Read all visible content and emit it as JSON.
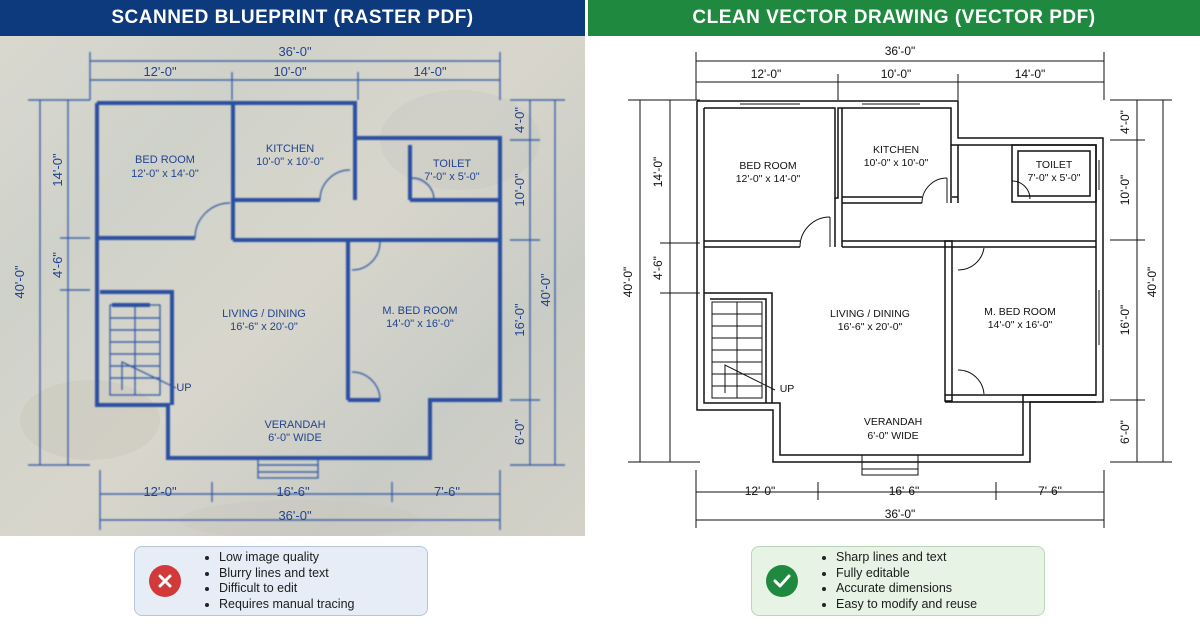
{
  "left": {
    "title": "SCANNED BLUEPRINT (RASTER PDF)",
    "dims": {
      "overall_top": "36'-0\"",
      "seg_top": [
        "12'-0\"",
        "10'-0\"",
        "14'-0\""
      ],
      "seg_bottom": [
        "12'-0\"",
        "16'-6\"",
        "7'-6\""
      ],
      "overall_bottom": "36'-0\"",
      "left_outer": "40'-0\"",
      "left_inner": [
        "14'-0\"",
        "4'-6\""
      ],
      "right_outer": "40'-0\"",
      "right_inner": [
        "4'-0\"",
        "10'-0\"",
        "16'-0\"",
        "6'-0\""
      ]
    },
    "rooms": {
      "bedroom_name": "BED ROOM",
      "bedroom_size": "12'-0\" x 14'-0\"",
      "kitchen_name": "KITCHEN",
      "kitchen_size": "10'-0\" x 10'-0\"",
      "toilet_name": "TOILET",
      "toilet_size": "7'-0\" x 5'-0\"",
      "living_name": "LIVING / DINING",
      "living_size": "16'-6\" x 20'-0\"",
      "mbed_name": "M. BED ROOM",
      "mbed_size": "14'-0\" x 16'-0\"",
      "verandah_name": "VERANDAH",
      "verandah_size": "6'-0\" WIDE",
      "stair_label": "UP"
    },
    "issues": [
      "Low image quality",
      "Blurry lines and text",
      "Difficult to edit",
      "Requires manual tracing"
    ],
    "status_icon": "x-mark-icon"
  },
  "right": {
    "title": "CLEAN VECTOR DRAWING (VECTOR PDF)",
    "dims": {
      "overall_top": "36'-0\"",
      "seg_top": [
        "12'-0\"",
        "10'-0\"",
        "14'-0\""
      ],
      "seg_bottom": [
        "12'-0\"",
        "16'-6\"",
        "7'-6\""
      ],
      "overall_bottom": "36'-0\"",
      "left_outer": "40'-0\"",
      "left_inner": [
        "14'-0\"",
        "4'-6\""
      ],
      "right_outer": "40'-0\"",
      "right_inner": [
        "4'-0\"",
        "10'-0\"",
        "16'-0\"",
        "6'-0\""
      ]
    },
    "rooms": {
      "bedroom_name": "BED ROOM",
      "bedroom_size": "12'-0\" x 14'-0\"",
      "kitchen_name": "KITCHEN",
      "kitchen_size": "10'-0\" x 10'-0\"",
      "toilet_name": "TOILET",
      "toilet_size": "7'-0\" x 5'-0\"",
      "living_name": "LIVING / DINING",
      "living_size": "16'-6\" x 20'-0\"",
      "mbed_name": "M. BED ROOM",
      "mbed_size": "14'-0\" x 16'-0\"",
      "verandah_name": "VERANDAH",
      "verandah_size": "6'-0\" WIDE",
      "stair_label": "UP"
    },
    "benefits": [
      "Sharp lines and text",
      "Fully editable",
      "Accurate dimensions",
      "Easy to modify and reuse"
    ],
    "status_icon": "check-mark-icon"
  },
  "colors": {
    "left_header": "#0d3a7c",
    "right_header": "#1f8a3f",
    "blueprint_ink": "#23448f",
    "bad_status": "#d23a3a",
    "good_status": "#1f8a3f"
  }
}
